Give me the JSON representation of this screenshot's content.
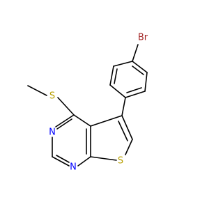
{
  "molecule": {
    "atoms": {
      "bromine": {
        "label": "Br",
        "color": "#a52a2a"
      },
      "methylthio_sulfur": {
        "label": "S",
        "color": "#b8a000"
      },
      "ring_nitrogen_upper": {
        "label": "N",
        "color": "#0000ff"
      },
      "ring_nitrogen_lower": {
        "label": "N",
        "color": "#0000ff"
      },
      "thiophene_sulfur": {
        "label": "S",
        "color": "#b8a000"
      }
    },
    "bond_color": "#000000"
  }
}
